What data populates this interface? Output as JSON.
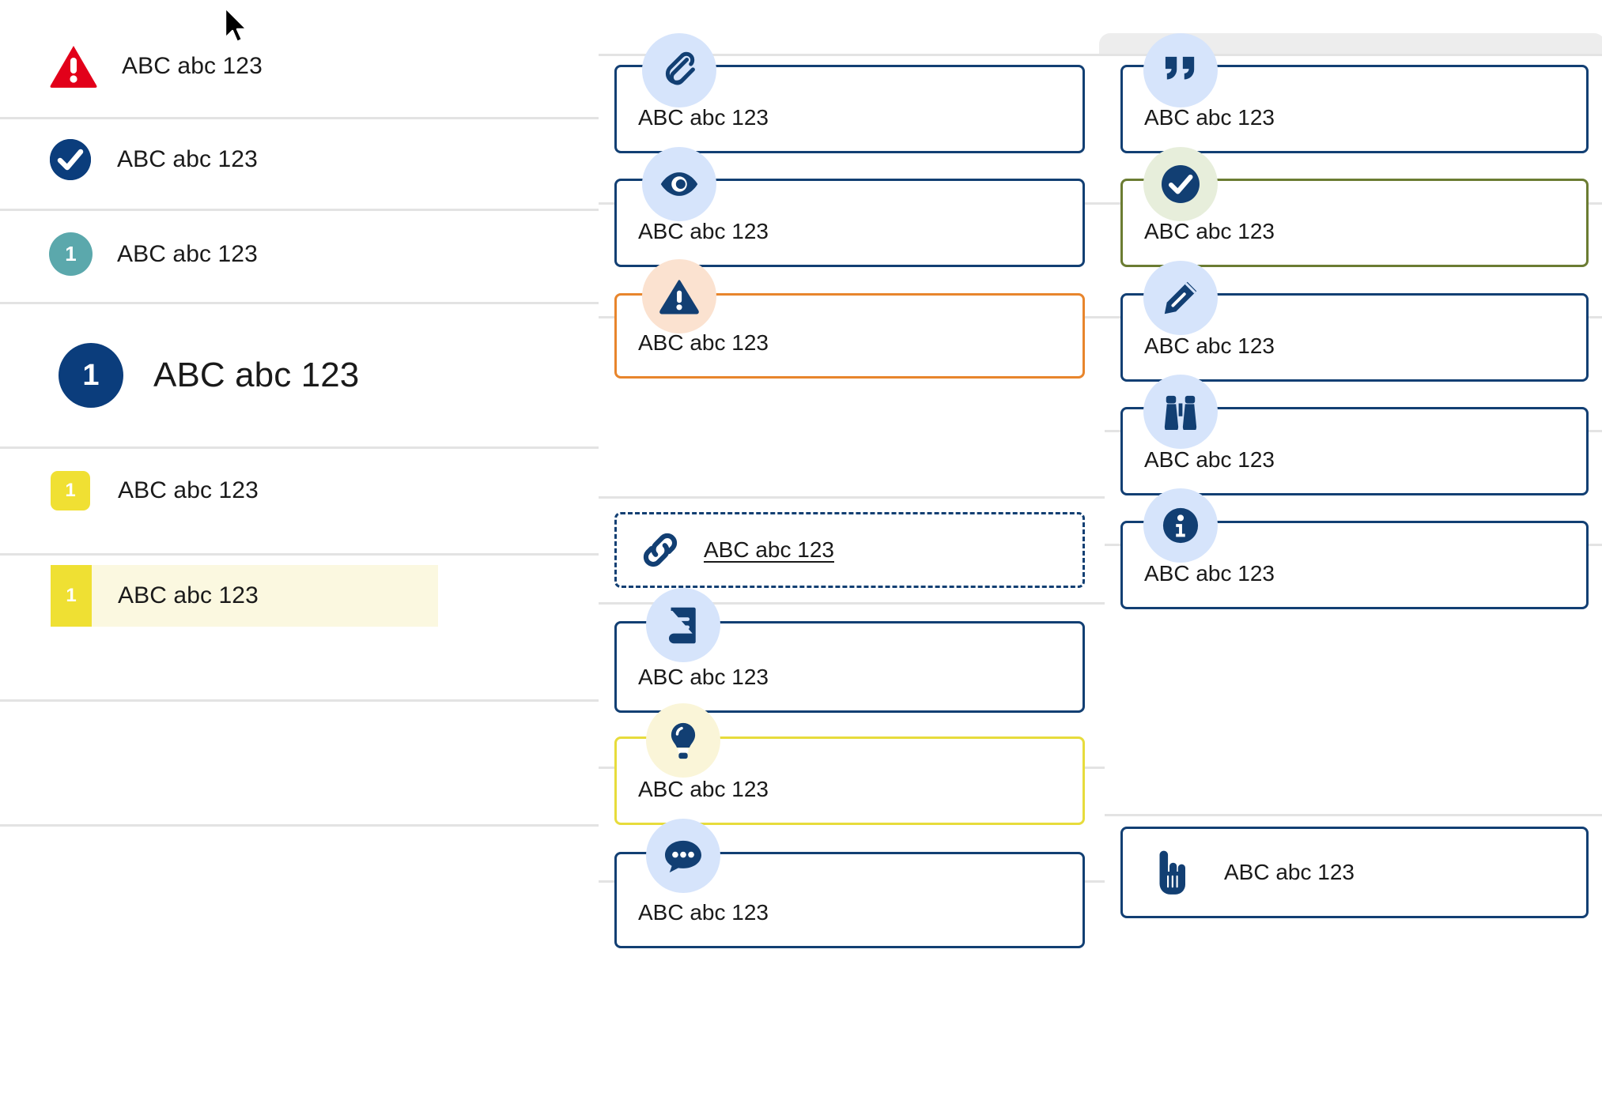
{
  "sample_text": "ABC abc 123",
  "left_column": {
    "rows": [
      {
        "id": "alert",
        "icon": "warning-triangle-icon",
        "badge_text": "",
        "label": "ABC abc 123",
        "icon_color": "#e2001a",
        "size": "small",
        "selected": false
      },
      {
        "id": "success",
        "icon": "check-circle-icon",
        "badge_text": "",
        "label": "ABC abc 123",
        "icon_color": "#0b3d7c",
        "size": "small",
        "selected": false
      },
      {
        "id": "counter-teal",
        "icon": "number-circle-icon",
        "badge_text": "1",
        "label": "ABC abc 123",
        "icon_color": "#5ba8ac",
        "size": "small",
        "selected": false
      },
      {
        "id": "counter-navy",
        "icon": "number-circle-icon",
        "badge_text": "1",
        "label": "ABC abc 123",
        "icon_color": "#0b3d7c",
        "size": "large",
        "selected": false
      },
      {
        "id": "counter-yellow",
        "icon": "number-square-icon",
        "badge_text": "1",
        "label": "ABC abc 123",
        "icon_color": "#f0e033",
        "size": "small",
        "selected": false
      },
      {
        "id": "counter-active",
        "icon": "number-bar-icon",
        "badge_text": "1",
        "label": "ABC abc 123",
        "icon_color": "#efe033",
        "size": "small",
        "selected": true
      }
    ]
  },
  "middle_column": {
    "cards": [
      {
        "id": "attachment",
        "icon": "paperclip-icon",
        "label": "ABC abc 123",
        "border_color": "#123f73",
        "badge_bg": "#d6e4fb",
        "style": "stacked"
      },
      {
        "id": "visibility",
        "icon": "eye-icon",
        "label": "ABC abc 123",
        "border_color": "#123f73",
        "badge_bg": "#d6e4fb",
        "style": "stacked"
      },
      {
        "id": "warning",
        "icon": "warning-triangle-icon",
        "label": "ABC abc 123",
        "border_color": "#e8852c",
        "badge_bg": "#fbe2d0",
        "style": "stacked"
      },
      {
        "id": "link",
        "icon": "chain-link-icon",
        "label": "ABC abc 123",
        "border_color": "#123f73",
        "badge_bg": "none",
        "style": "inline-dashed"
      },
      {
        "id": "glossary",
        "icon": "book-icon",
        "label": "ABC abc 123",
        "border_color": "#123f73",
        "badge_bg": "#d6e4fb",
        "style": "stacked"
      },
      {
        "id": "tip",
        "icon": "lightbulb-icon",
        "label": "ABC abc 123",
        "border_color": "#e7dc3c",
        "badge_bg": "#faf5d8",
        "style": "stacked"
      },
      {
        "id": "comment",
        "icon": "speech-bubble-icon",
        "label": "ABC abc 123",
        "border_color": "#123f73",
        "badge_bg": "#d6e4fb",
        "style": "stacked"
      }
    ]
  },
  "right_column": {
    "cards": [
      {
        "id": "quote",
        "icon": "quote-icon",
        "label": "ABC abc 123",
        "border_color": "#123f73",
        "badge_bg": "#d6e4fb",
        "style": "stacked"
      },
      {
        "id": "confirmed",
        "icon": "check-circle-icon",
        "label": "ABC abc 123",
        "border_color": "#6b7c32",
        "badge_bg": "#e7eedb",
        "style": "stacked"
      },
      {
        "id": "edit",
        "icon": "pencil-icon",
        "label": "ABC abc 123",
        "border_color": "#123f73",
        "badge_bg": "#d6e4fb",
        "style": "stacked"
      },
      {
        "id": "observe",
        "icon": "binoculars-icon",
        "label": "ABC abc 123",
        "border_color": "#123f73",
        "badge_bg": "#d6e4fb",
        "style": "stacked"
      },
      {
        "id": "info",
        "icon": "info-circle-icon",
        "label": "ABC abc 123",
        "border_color": "#123f73",
        "badge_bg": "#d6e4fb",
        "style": "stacked"
      },
      {
        "id": "action",
        "icon": "pointing-hand-icon",
        "label": "ABC abc 123",
        "border_color": "#123f73",
        "badge_bg": "none",
        "style": "inline"
      }
    ]
  },
  "colors": {
    "navy": "#123f73",
    "navy_deep": "#0b3d7c",
    "red": "#e2001a",
    "orange": "#e8852c",
    "green": "#6b7c32",
    "yellow": "#e7dc3c",
    "yellow_badge": "#f0e033",
    "teal": "#5ba8ac",
    "badge_blue_bg": "#d6e4fb",
    "badge_peach_bg": "#fbe2d0",
    "badge_mint_bg": "#e7eedb",
    "badge_cream_bg": "#faf5d8",
    "rule": "#e3e3e3",
    "highlight_row_bg": "#fbf8e0",
    "grey_panel": "#ededed"
  }
}
